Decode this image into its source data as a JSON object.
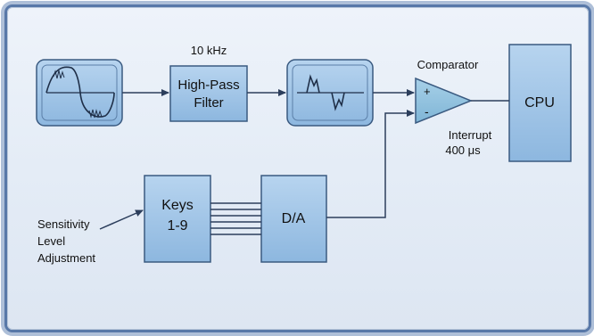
{
  "labels": {
    "freq": "10 kHz",
    "hpf_line1": "High-Pass",
    "hpf_line2": "Filter",
    "comparator": "Comparator",
    "plus": "+",
    "minus": "-",
    "cpu": "CPU",
    "interrupt_line1": "Interrupt",
    "interrupt_line2": "400 μs",
    "keys_line1": "Keys",
    "keys_line2": "1-9",
    "da": "D/A",
    "sens_line1": "Sensitivity",
    "sens_line2": "Level",
    "sens_line3": "Adjustment"
  },
  "colors": {
    "block_fill": "#9dc3e6",
    "block_stroke": "#3a5a80",
    "comparator_fill": "#8fc1dc",
    "line": "#2c3e5c"
  }
}
